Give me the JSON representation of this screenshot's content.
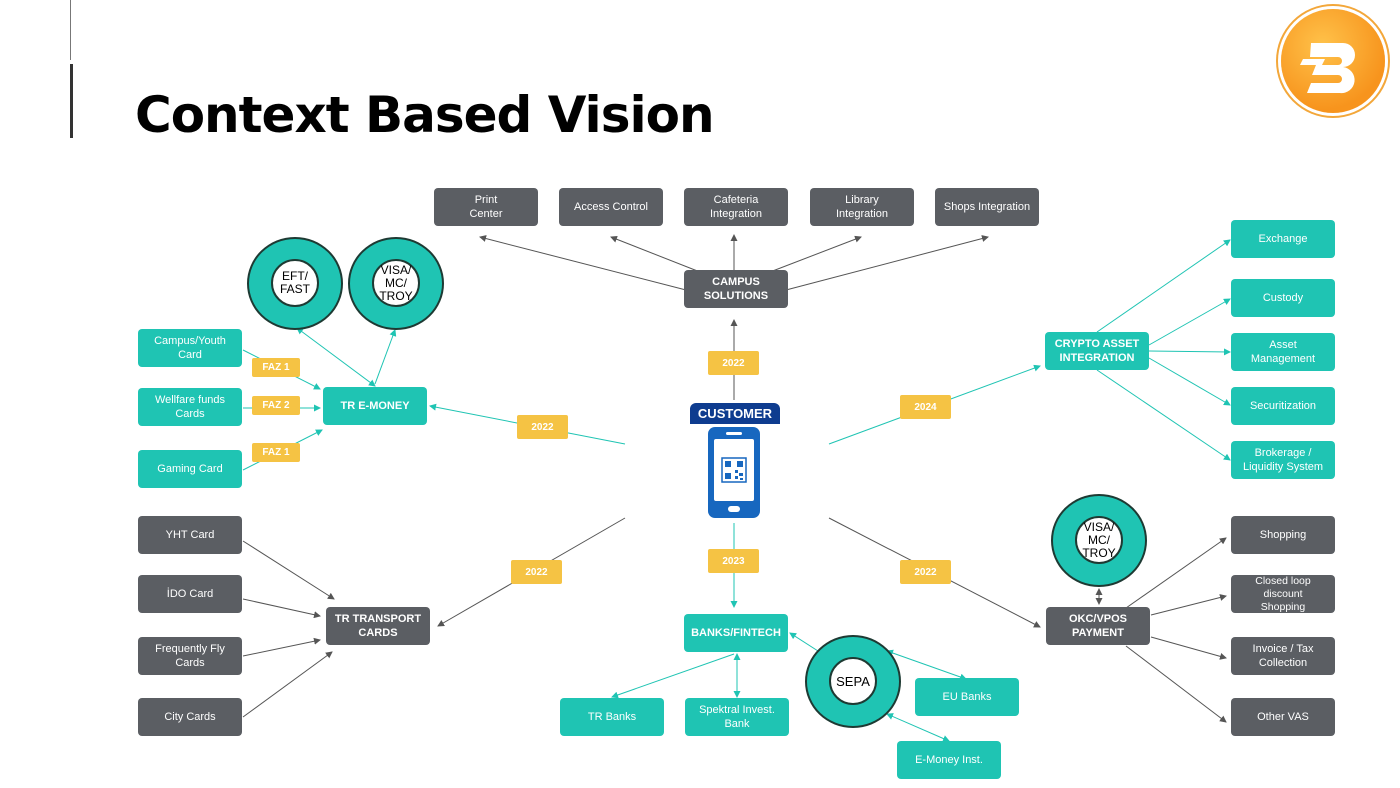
{
  "title": "Context Based Vision",
  "logo_icon": "eb-coin-logo",
  "colors": {
    "teal": "#1fc4b3",
    "gray": "#5b5e63",
    "yellow": "#f5c344",
    "navy": "#0e3c8f",
    "phone": "#1767bf"
  },
  "customer": {
    "label": "CUSTOMER",
    "icon": "smartphone-qr-icon"
  },
  "campus": {
    "hub": "CAMPUS\nSOLUTIONS",
    "year": "2022",
    "items": [
      "Print\nCenter",
      "Access Control",
      "Cafeteria\nIntegration",
      "Library\nIntegration",
      "Shops Integration"
    ]
  },
  "emoney": {
    "hub": "TR E-MONEY",
    "year": "2022",
    "rings": [
      "EFT/\nFAST",
      "VISA/\nMC/\nTROY"
    ],
    "cards": [
      "Campus/Youth\nCard",
      "Wellfare funds\nCards",
      "Gaming Card"
    ],
    "phases": [
      "FAZ 1",
      "FAZ 2",
      "FAZ 1"
    ]
  },
  "transport": {
    "hub": "TR TRANSPORT\nCARDS",
    "year": "2022",
    "cards": [
      "YHT Card",
      "İDO Card",
      "Frequently Fly\nCards",
      "City Cards"
    ]
  },
  "banks": {
    "hub": "BANKS/FINTECH",
    "year": "2023",
    "items": [
      "TR Banks",
      "Spektral Invest.\nBank"
    ],
    "sepa": "SEPA",
    "sepa_items": [
      "EU Banks",
      "E-Money Inst."
    ]
  },
  "crypto": {
    "hub": "CRYPTO ASSET\nINTEGRATION",
    "year": "2024",
    "items": [
      "Exchange",
      "Custody",
      "Asset\nManagement",
      "Securitization",
      "Brokerage /\nLiquidity System"
    ]
  },
  "payment": {
    "hub": "OKC/VPOS\nPAYMENT",
    "year": "2022",
    "ring": "VISA/\nMC/\nTROY",
    "items": [
      "Shopping",
      "Closed loop\ndiscount\nShopping",
      "Invoice / Tax\nCollection",
      "Other VAS"
    ]
  }
}
